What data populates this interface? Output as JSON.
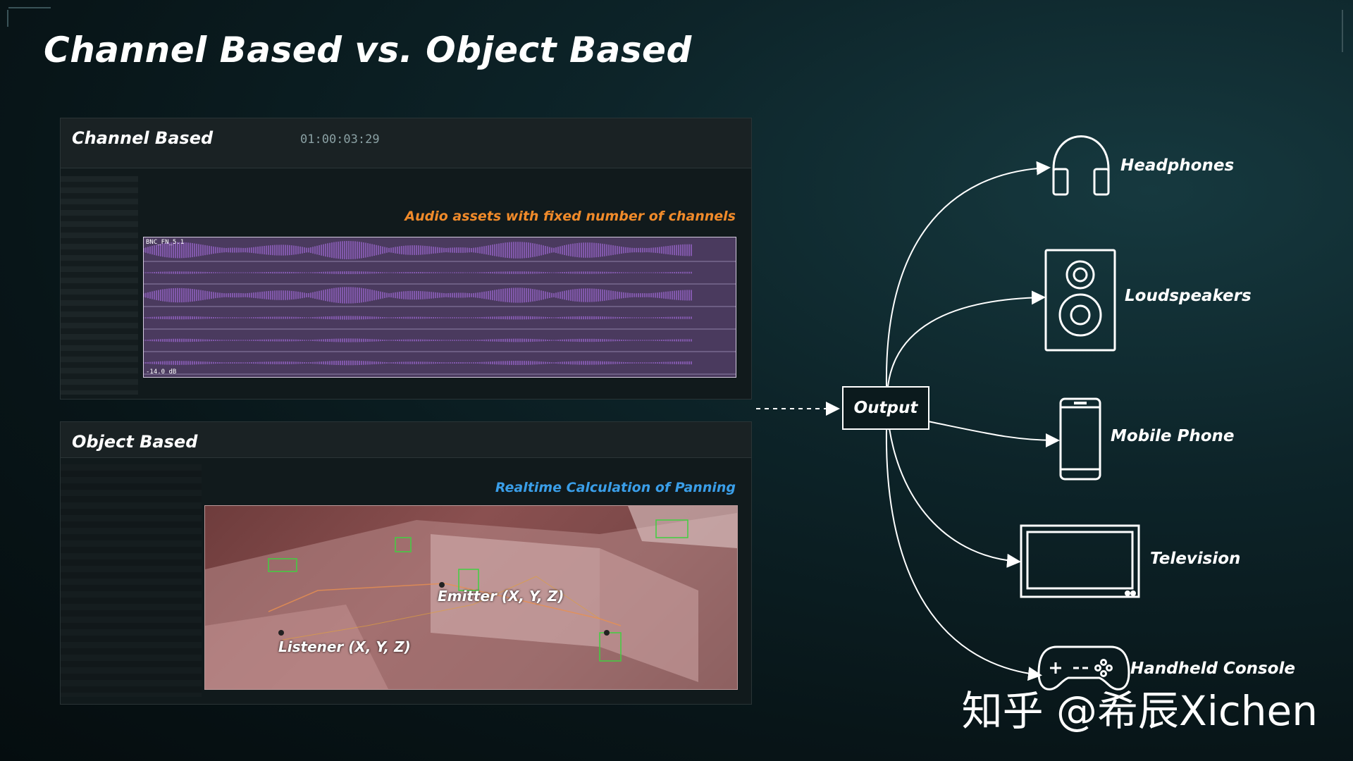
{
  "title": "Channel Based vs. Object Based",
  "channel_panel": {
    "label": "Channel Based",
    "annotation": "Audio assets with fixed number of channels",
    "timecode": "01:00:03:29",
    "clip_name": "BNC_FN_5.1",
    "db_label": "-14.0 dB"
  },
  "object_panel": {
    "label": "Object Based",
    "annotation": "Realtime Calculation of Panning",
    "emitter_label": "Emitter (X, Y, Z)",
    "listener_label": "Listener (X, Y, Z)"
  },
  "output_label": "Output",
  "devices": [
    {
      "label": "Headphones",
      "icon": "headphones-icon"
    },
    {
      "label": "Loudspeakers",
      "icon": "loudspeaker-icon"
    },
    {
      "label": "Mobile Phone",
      "icon": "mobile-phone-icon"
    },
    {
      "label": "Television",
      "icon": "television-icon"
    },
    {
      "label": "Handheld Console",
      "icon": "gamepad-icon"
    }
  ],
  "watermark": "知乎 @希辰Xichen",
  "colors": {
    "annotation_orange": "#f08a2a",
    "annotation_blue": "#3a9ee8",
    "waveform_purple": "#a86ee0"
  }
}
